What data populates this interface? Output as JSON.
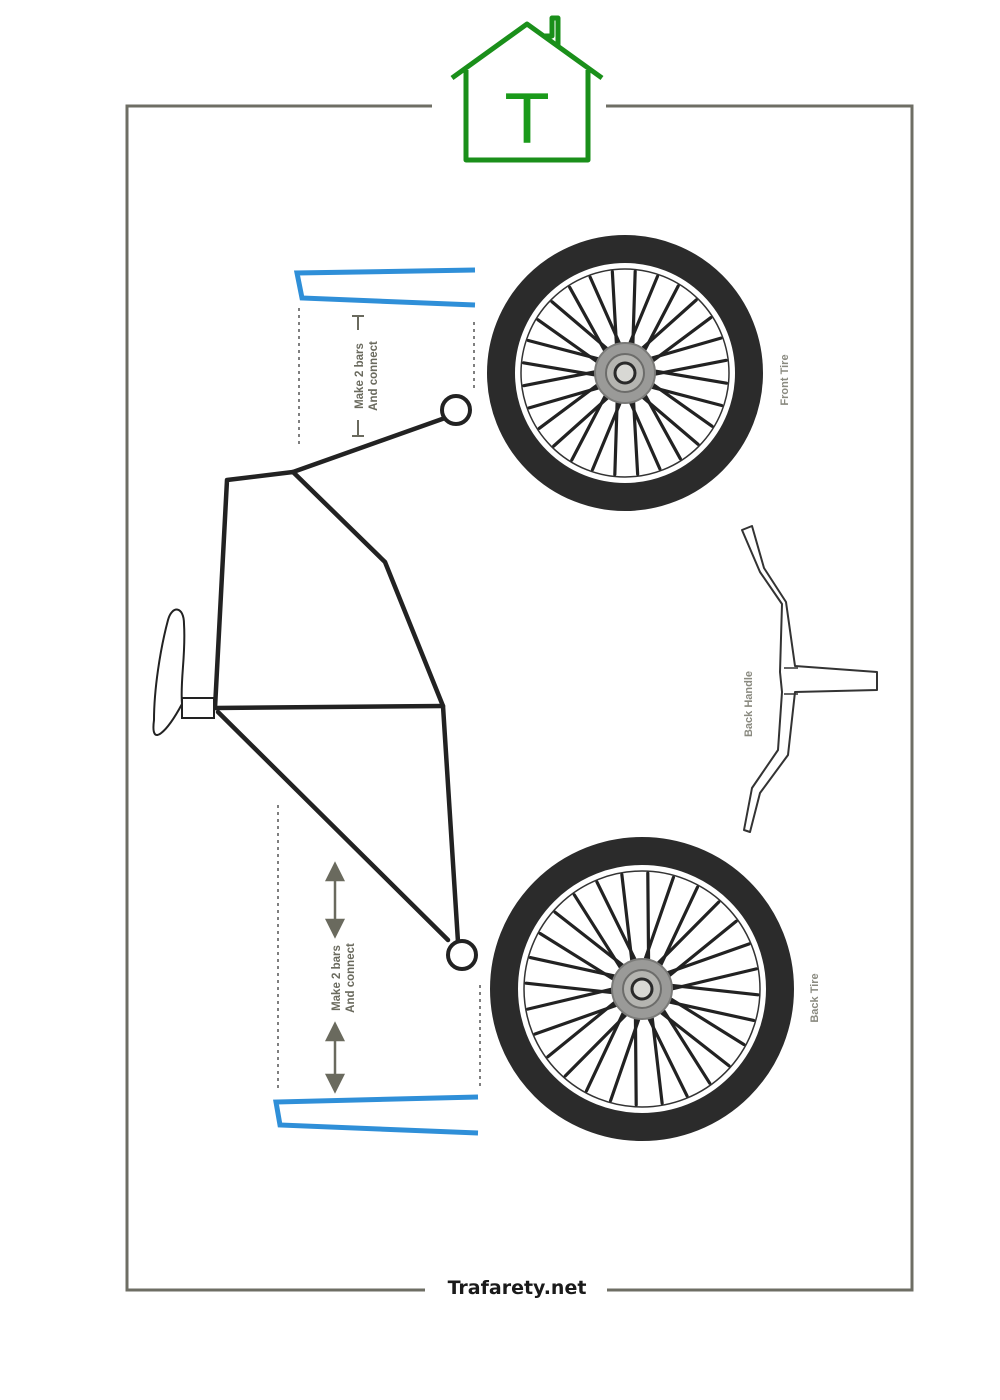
{
  "logo": {
    "letter": "T",
    "color": "#1a8f1a"
  },
  "footer": {
    "site": "Trafarety.net"
  },
  "parts": {
    "front_tire_label": "Front Tire",
    "back_tire_label": "Back Tire",
    "back_handle_label": "Back Handle"
  },
  "instructions": {
    "upper_line1": "Make 2 bars",
    "upper_line2": "And connect",
    "lower_line1": "Make 2 bars",
    "lower_line2": "And connect"
  },
  "colors": {
    "frame": "#222222",
    "bars": "#2f8fd8",
    "border": "#6e6e64",
    "tire": "#2b2b2b",
    "hub": "#9a9a98"
  },
  "wheels": {
    "spoke_count": 28
  }
}
